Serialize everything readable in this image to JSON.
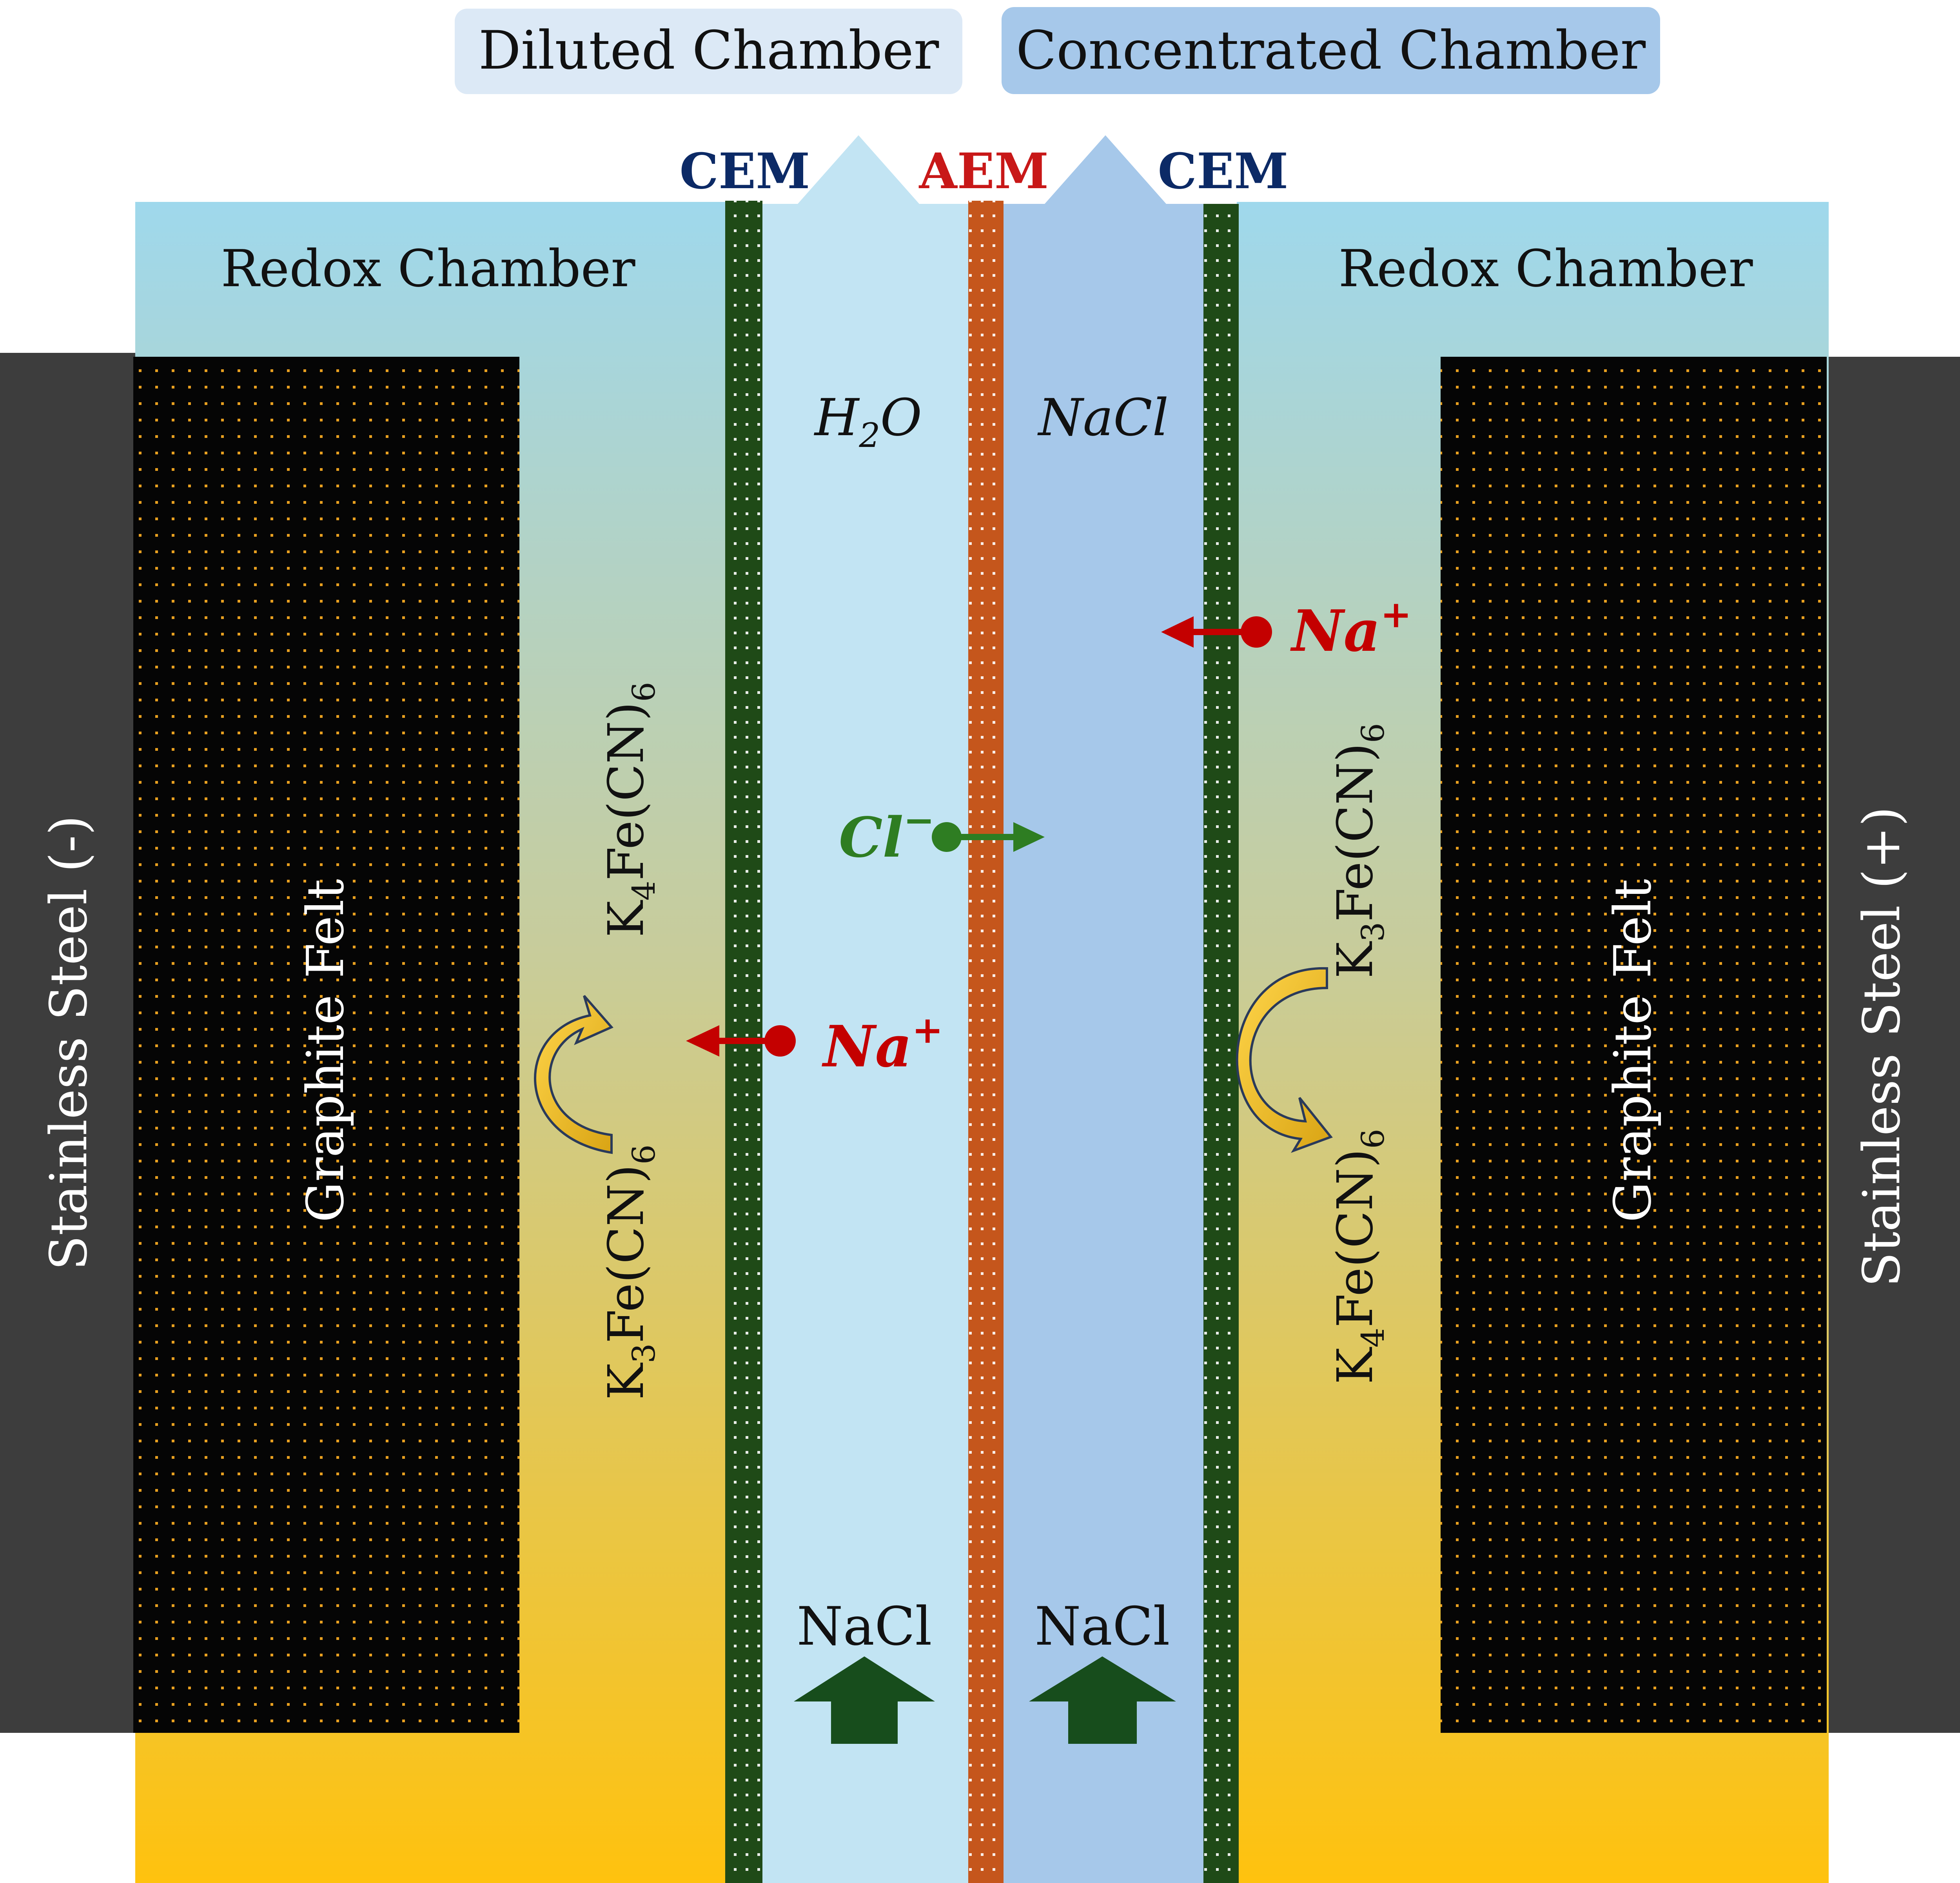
{
  "top_labels": {
    "diluted": "Diluted Chamber",
    "concentrated": "Concentrated Chamber"
  },
  "membranes": {
    "cem_left": "CEM",
    "aem": "AEM",
    "cem_right": "CEM"
  },
  "chambers": {
    "redox_left": "Redox Chamber",
    "redox_right": "Redox Chamber"
  },
  "electrodes": {
    "left_steel": "Stainless Steel (-)",
    "right_steel": "Stainless Steel (+)",
    "left_felt": "Graphite Felt",
    "right_felt": "Graphite Felt"
  },
  "species": {
    "water": {
      "base": "H",
      "sub": "2",
      "tail": "O"
    },
    "nacl_conc": "NaCl",
    "na_plus": {
      "base": "Na",
      "sup": "+"
    },
    "cl_minus": {
      "base": "Cl",
      "sup": "−"
    },
    "feed_left": "NaCl",
    "feed_right": "NaCl"
  },
  "redox_left": {
    "top": {
      "k": "K",
      "ksub": "4",
      "mid": "Fe(CN)",
      "sub": "6"
    },
    "bottom": {
      "k": "K",
      "ksub": "3",
      "mid": "Fe(CN)",
      "sub": "6"
    }
  },
  "redox_right": {
    "top": {
      "k": "K",
      "ksub": "3",
      "mid": "Fe(CN)",
      "sub": "6"
    },
    "bottom": {
      "k": "K",
      "ksub": "4",
      "mid": "Fe(CN)",
      "sub": "6"
    }
  },
  "colors": {
    "steel": "#3d3d3d",
    "felt": "#050505",
    "felt_dots": "#e8a020",
    "redox_top": "#9fd8ec",
    "redox_bottom": "#ffc20e",
    "diluted": "#c2e4f3",
    "concentrated": "#a6c8ea",
    "cem": "#1f4a17",
    "aem": "#c5561c",
    "cem_label": "#0c2a66",
    "aem_label": "#c81818",
    "na_ion": "#c40000",
    "cl_ion": "#2e7d22",
    "feed_arrow": "#174d1c",
    "redox_arrow": "#f3b72a"
  }
}
